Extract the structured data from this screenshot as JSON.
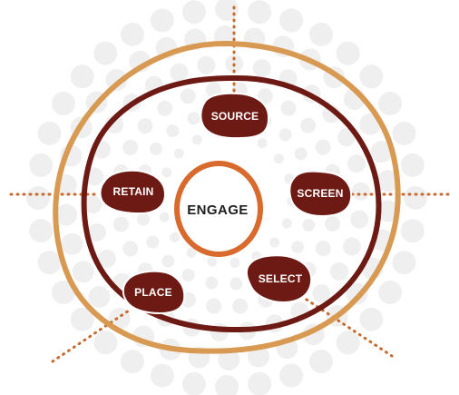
{
  "diagram": {
    "center_label": "ENGAGE",
    "nodes": [
      {
        "id": "source",
        "label": "SOURCE"
      },
      {
        "id": "screen",
        "label": "SCREEN"
      },
      {
        "id": "select",
        "label": "SELECT"
      },
      {
        "id": "place",
        "label": "PLACE"
      },
      {
        "id": "retain",
        "label": "RETAIN"
      }
    ]
  },
  "colors": {
    "outer_ring": "#D89A52",
    "inner_ring": "#6E1A14",
    "node_fill": "#6E1A14",
    "center_ring": "#D96A2D",
    "dotted_line": "#C76A2F",
    "background_dots": "#E6E6E6",
    "center_text": "#1E1E1E",
    "node_text": "#FFFFFF"
  }
}
